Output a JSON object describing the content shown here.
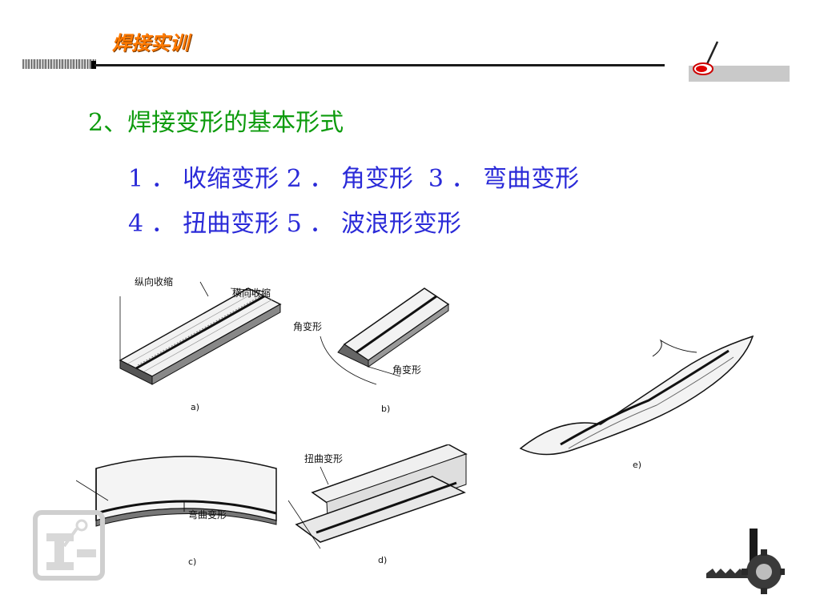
{
  "header": {
    "title": "焊接实训"
  },
  "section": {
    "title": "2、焊接变形的基本形式"
  },
  "items": {
    "line1": "1 ． 收缩变形 2 ． 角变形  3 ． 弯曲变形",
    "line2": "4 ． 扭曲变形 5 ． 波浪形变形"
  },
  "figures": {
    "a": {
      "label1": "纵向收缩",
      "label2": "横向收缩",
      "caption": "a)"
    },
    "b": {
      "label1": "角变形",
      "label2": "角变形",
      "caption": "b)"
    },
    "c": {
      "label1": "弯曲变形",
      "caption": "c)"
    },
    "d": {
      "label1": "扭曲变形",
      "caption": "d)"
    },
    "e": {
      "caption": "e)"
    }
  },
  "colors": {
    "title_orange": "#ff7a00",
    "heading_green": "#0d9b0d",
    "list_blue": "#2a2ad8"
  },
  "icons": {
    "header_logo": "welding-torch-icon",
    "footer_left": "logo-icon",
    "footer_right": "gear-saw-icon"
  }
}
